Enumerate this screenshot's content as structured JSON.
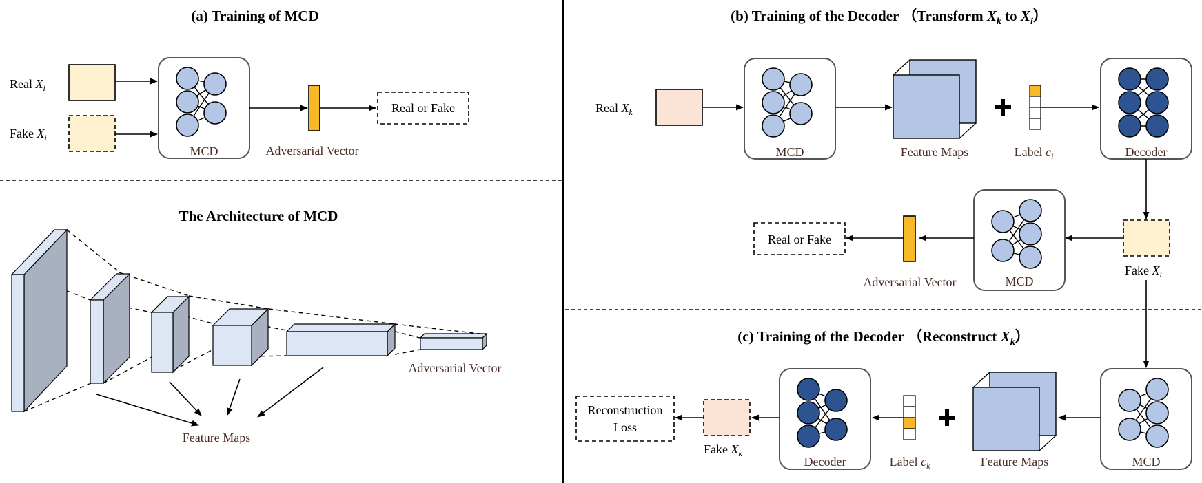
{
  "panel_a": {
    "title": "(a) Training of MCD",
    "real_label": "Real ",
    "real_var": "X",
    "real_sub": "i",
    "fake_label": "Fake ",
    "fake_var": "X",
    "fake_sub": "i",
    "net_label": "MCD",
    "vector_label": "Adversarial Vector",
    "output_label": "Real or Fake"
  },
  "architecture": {
    "title": "The Architecture of MCD",
    "vector_label": "Adversarial Vector",
    "maps_label": "Feature Maps"
  },
  "panel_b": {
    "title_main": "(b) Training of  the Decoder （Transform ",
    "title_var1": "X",
    "title_sub1": "k",
    "title_mid": " to ",
    "title_var2": "X",
    "title_sub2": "i",
    "title_end": "）",
    "real_label": "Real ",
    "real_var": "X",
    "real_sub": "k",
    "mcd_label": "MCD",
    "maps_label": "Feature Maps",
    "label_text": "Label ",
    "label_var": "c",
    "label_sub": "i",
    "decoder_label": "Decoder",
    "fake_label": "Fake ",
    "fake_var": "X",
    "fake_sub": "i",
    "mcd2_label": "MCD",
    "vector_label": "Adversarial Vector",
    "output_label": "Real or Fake"
  },
  "panel_c": {
    "title_main": "(c) Training of the Decoder （Reconstruct ",
    "title_var": "X",
    "title_sub": "k",
    "title_end": "）",
    "mcd_label": "MCD",
    "maps_label": "Feature Maps",
    "label_text": "Label ",
    "label_var": "c",
    "label_sub": "k",
    "decoder_label": "Decoder",
    "fake_label": "Fake ",
    "fake_var": "X",
    "fake_sub": "k",
    "loss_line1": "Reconstruction",
    "loss_line2": "Loss"
  },
  "colors": {
    "light_node": "#b4c6e6",
    "dark_node": "#2d5391",
    "yellow_sample": "#fdf1cf",
    "pink_sample": "#fbe4d6",
    "vector_orange": "#f7b928",
    "feature_blue": "#b4c6e6",
    "cube_face": "#dde6f4",
    "cube_side": "#a9b0bf",
    "label_text_brown": "#4a2c22"
  }
}
